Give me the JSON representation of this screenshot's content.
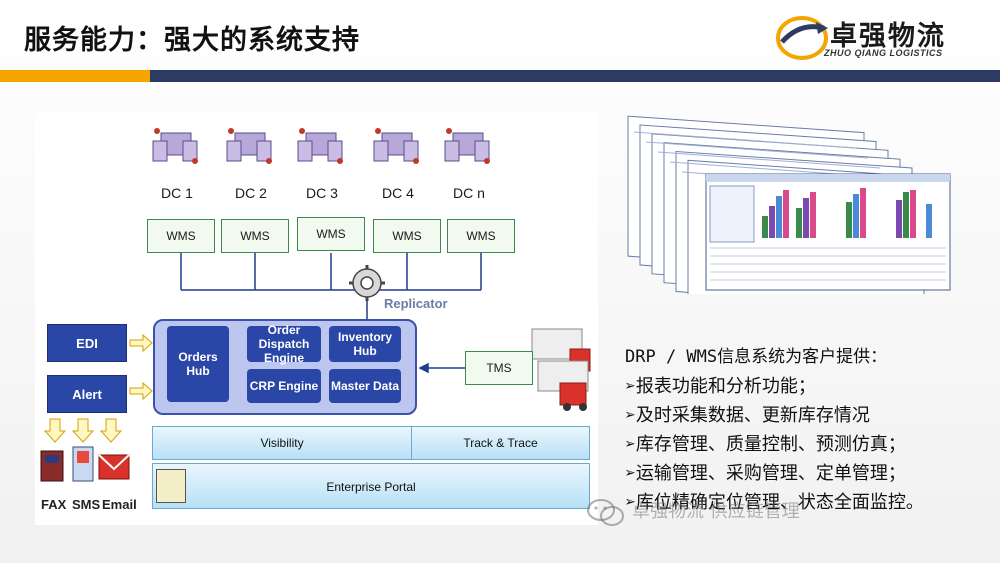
{
  "header": {
    "title": "服务能力：强大的系统支持",
    "logo_cn": "卓强物流",
    "logo_en": "ZHUO QIANG LOGISTICS",
    "accent_orange": "#f5a400",
    "accent_navy": "#2d3b63"
  },
  "diagram": {
    "dcs": [
      "DC 1",
      "DC 2",
      "DC 3",
      "DC 4",
      "DC n"
    ],
    "wms": [
      "WMS",
      "WMS",
      "WMS",
      "WMS",
      "WMS"
    ],
    "replicator": "Replicator",
    "edi": "EDI",
    "alert": "Alert",
    "orders_hub": "Orders Hub",
    "order_dispatch": "Order Dispatch Engine",
    "inventory_hub": "Inventory Hub",
    "crp_engine": "CRP Engine",
    "master_data": "Master Data",
    "tms": "TMS",
    "visibility": "Visibility",
    "track_trace": "Track & Trace",
    "portal": "Enterprise Portal",
    "devices": [
      "FAX",
      "SMS",
      "Email"
    ]
  },
  "right_text": {
    "intro": "DRP / WMS信息系统为客户提供：",
    "bullets": [
      "➢报表功能和分析功能；",
      "➢及时采集数据、更新库存情况",
      "➢库存管理、质量控制、预测仿真；",
      "➢运输管理、采购管理、定单管理；",
      "➢库位精确定位管理、状态全面监控。"
    ]
  },
  "watermark": "卓强物流 供应链管理"
}
